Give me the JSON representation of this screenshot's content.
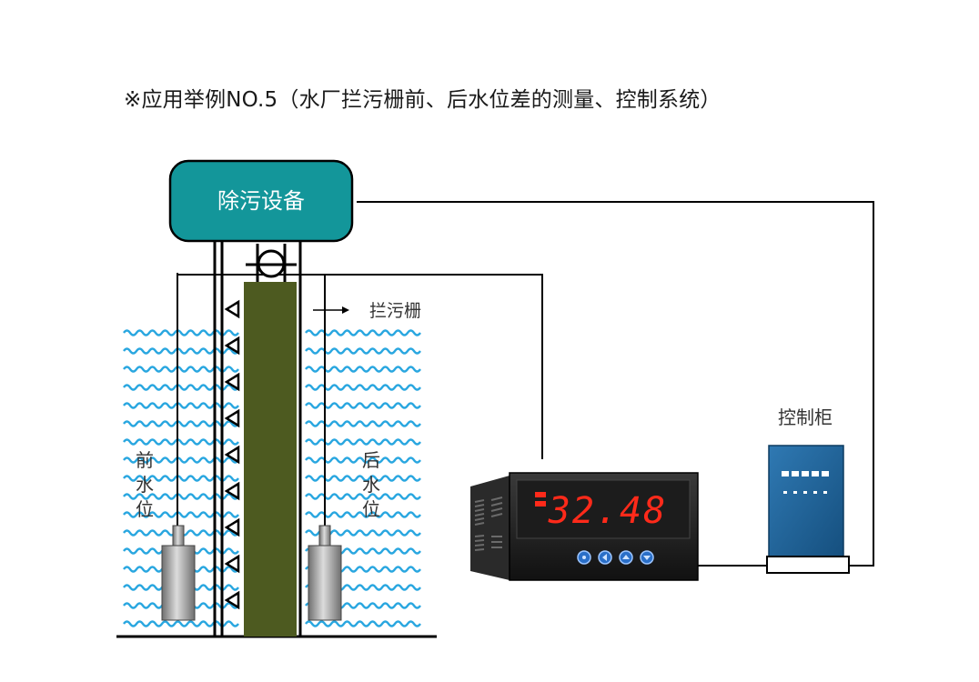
{
  "title": "※应用举例NO.5（水厂拦污栅前、后水位差的测量、控制系统）",
  "equipment_label": "除污设备",
  "screen_label": "拦污栅",
  "front_level_label": [
    "前",
    "水",
    "位"
  ],
  "rear_level_label": [
    "后",
    "水",
    "位"
  ],
  "display_value": "32.48",
  "cabinet_label": "控制柜",
  "colors": {
    "equipment_box": "#13969a",
    "screen_column": "#4d5a20",
    "water": "#2aa7e0",
    "display_digits": "#ff2a1a",
    "cabinet": "#1f5f93"
  },
  "icons": {
    "arrow": "right-arrow-icon",
    "flow_marker": "triangle-marker-icon",
    "pulley": "pulley-icon",
    "sensor": "level-sensor-icon"
  }
}
